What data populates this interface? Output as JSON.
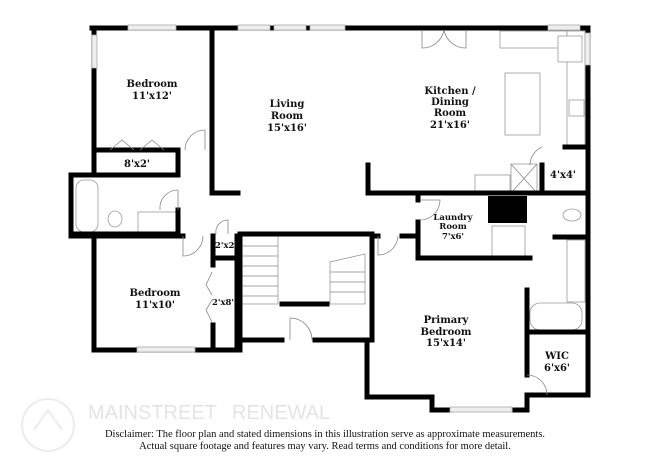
{
  "rooms": {
    "bedroom_upper": {
      "name": "Bedroom",
      "size": "11'x12'"
    },
    "closet_upper": {
      "size": "8'x2'"
    },
    "living": {
      "name1": "Living",
      "name2": "Room",
      "size": "15'x16'"
    },
    "kitchen": {
      "name1": "Kitchen /",
      "name2": "Dining",
      "name3": "Room",
      "size": "21'x16'"
    },
    "pantry": {
      "size": "4'x4'"
    },
    "laundry": {
      "name1": "Laundry",
      "name2": "Room",
      "size": "7'x6'"
    },
    "closet_small": {
      "size": "2'x2'"
    },
    "closet_hall": {
      "size": "2'x8'"
    },
    "bedroom_lower": {
      "name": "Bedroom",
      "size": "11'x10'"
    },
    "primary": {
      "name1": "Primary",
      "name2": "Bedroom",
      "size": "15'x14'"
    },
    "wic": {
      "name": "WIC",
      "size": "6'x6'"
    }
  },
  "watermark": {
    "line1": "MAINSTREET",
    "line2": "RENEWAL"
  },
  "disclaimer": {
    "line1": "Disclaimer: The floor plan and stated dimensions in this illustration serve as approximate measurements.",
    "line2": "Actual square footage and features may vary. Read terms and conditions for more detail."
  }
}
